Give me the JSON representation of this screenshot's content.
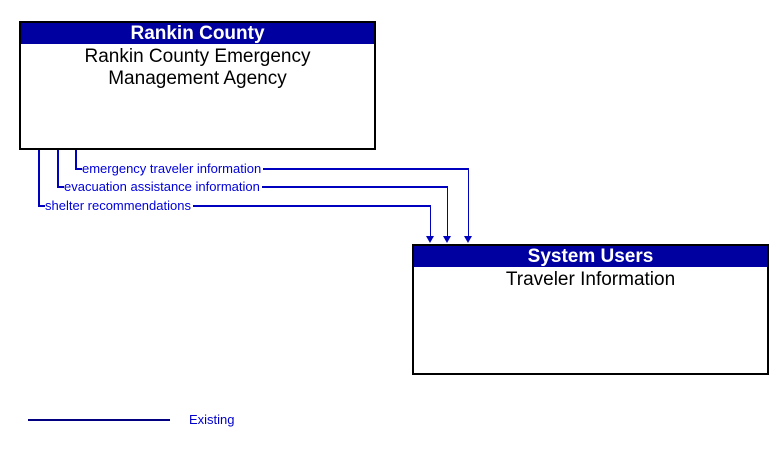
{
  "diagram": {
    "boxes": [
      {
        "header": "Rankin County",
        "body": "Rankin County Emergency Management Agency"
      },
      {
        "header": "System Users",
        "body": "Traveler Information"
      }
    ],
    "flows": [
      {
        "label": "emergency traveler information"
      },
      {
        "label": "evacuation assistance information"
      },
      {
        "label": "shelter recommendations"
      }
    ],
    "legend": {
      "label": "Existing"
    },
    "colors": {
      "header_bg": "#0000A0",
      "header_text": "#FFFFFF",
      "box_border": "#000000",
      "flow_line": "#0000BF",
      "flow_label_text": "#0000DD",
      "legend_line": "#000080",
      "legend_text": "#0000CC"
    }
  }
}
